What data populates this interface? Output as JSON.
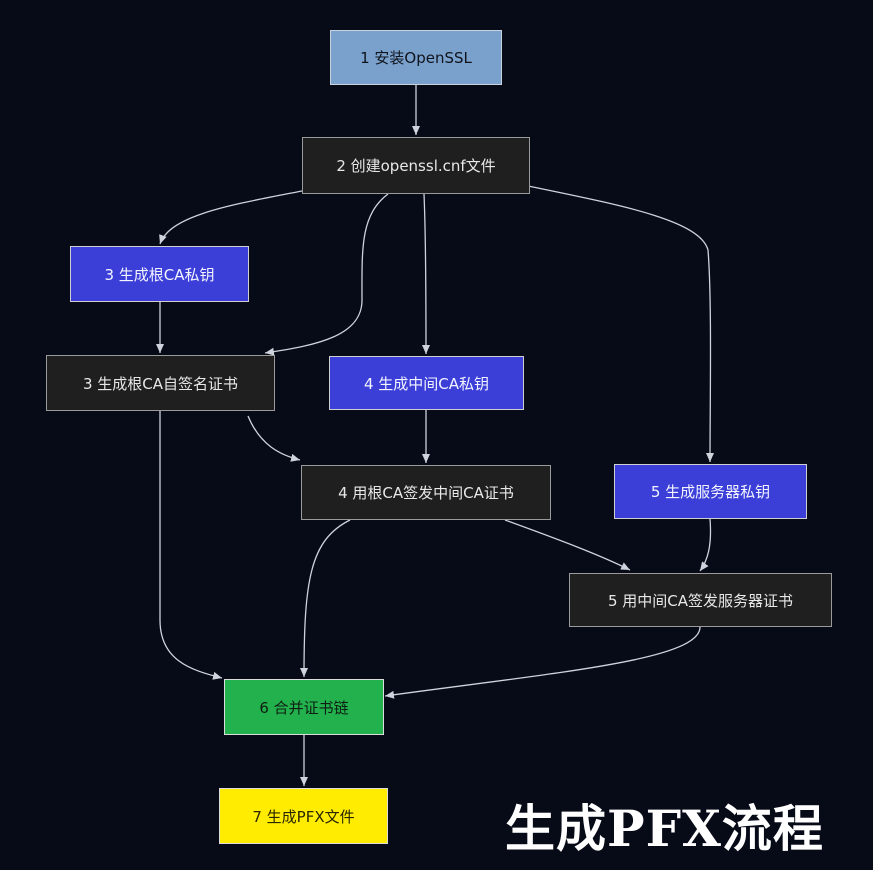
{
  "diagram": {
    "caption": "生成PFX流程",
    "colors": {
      "background": "#070a17",
      "edge": "#cfd3dc",
      "dark_node": "#1f1f1f",
      "blue_node": "#7aa0cc",
      "indigo_node": "#3b3fd8",
      "green_node": "#22b14c",
      "yellow_node": "#ffec00"
    },
    "nodes": [
      {
        "id": "n1",
        "label": "1 安装OpenSSL"
      },
      {
        "id": "n2",
        "label": "2 创建openssl.cnf文件"
      },
      {
        "id": "n3a",
        "label": "3 生成根CA私钥"
      },
      {
        "id": "n3b",
        "label": "3 生成根CA自签名证书"
      },
      {
        "id": "n4a",
        "label": "4 生成中间CA私钥"
      },
      {
        "id": "n4b",
        "label": "4 用根CA签发中间CA证书"
      },
      {
        "id": "n5a",
        "label": "5 生成服务器私钥"
      },
      {
        "id": "n5b",
        "label": "5 用中间CA签发服务器证书"
      },
      {
        "id": "n6",
        "label": "6 合并证书链"
      },
      {
        "id": "n7",
        "label": "7 生成PFX文件"
      }
    ]
  }
}
